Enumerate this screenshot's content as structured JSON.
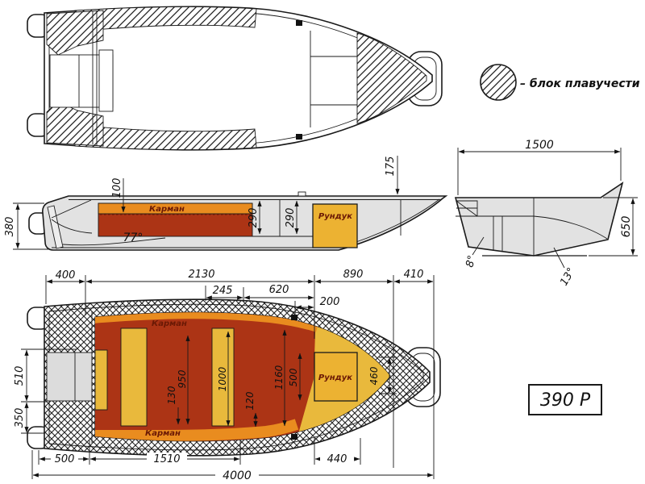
{
  "legend": {
    "label": "– блок  плавучести"
  },
  "model_badge": "390 Р",
  "side_view": {
    "pocket_label": "Карман",
    "locker_label": "Рундук",
    "dims": {
      "d380": "380",
      "d100": "100",
      "d290a": "290",
      "d290b": "290",
      "d175": "175",
      "a77": "77°"
    }
  },
  "transom_view": {
    "dims": {
      "d1500": "1500",
      "d650": "650",
      "a8": "8°",
      "a13": "13°"
    }
  },
  "plan_view": {
    "pocket_label_top": "Карман",
    "pocket_label_bottom": "Карман",
    "locker_label": "Рундук",
    "dims": {
      "d400": "400",
      "d2130": "2130",
      "d890": "890",
      "d410": "410",
      "d245": "245",
      "d620": "620",
      "d200": "200",
      "d510": "510",
      "d350": "350",
      "d500b": "500",
      "d1510": "1510",
      "d440": "440",
      "d4000": "4000",
      "d130": "130",
      "d950": "950",
      "d1000": "1000",
      "d120": "120",
      "d1160": "1160",
      "d500i": "500",
      "d460": "460"
    }
  },
  "colors": {
    "floor_red": "#AC3415",
    "pocket_orange": "#E98C1F",
    "seat_yellow": "#E9B93C",
    "locker_yellow": "#ECB232",
    "hull_gray": "#E2E2E2",
    "transom_gray": "#DCDCDC",
    "line": "#1A1A1A",
    "background": "#FFFFFF"
  }
}
